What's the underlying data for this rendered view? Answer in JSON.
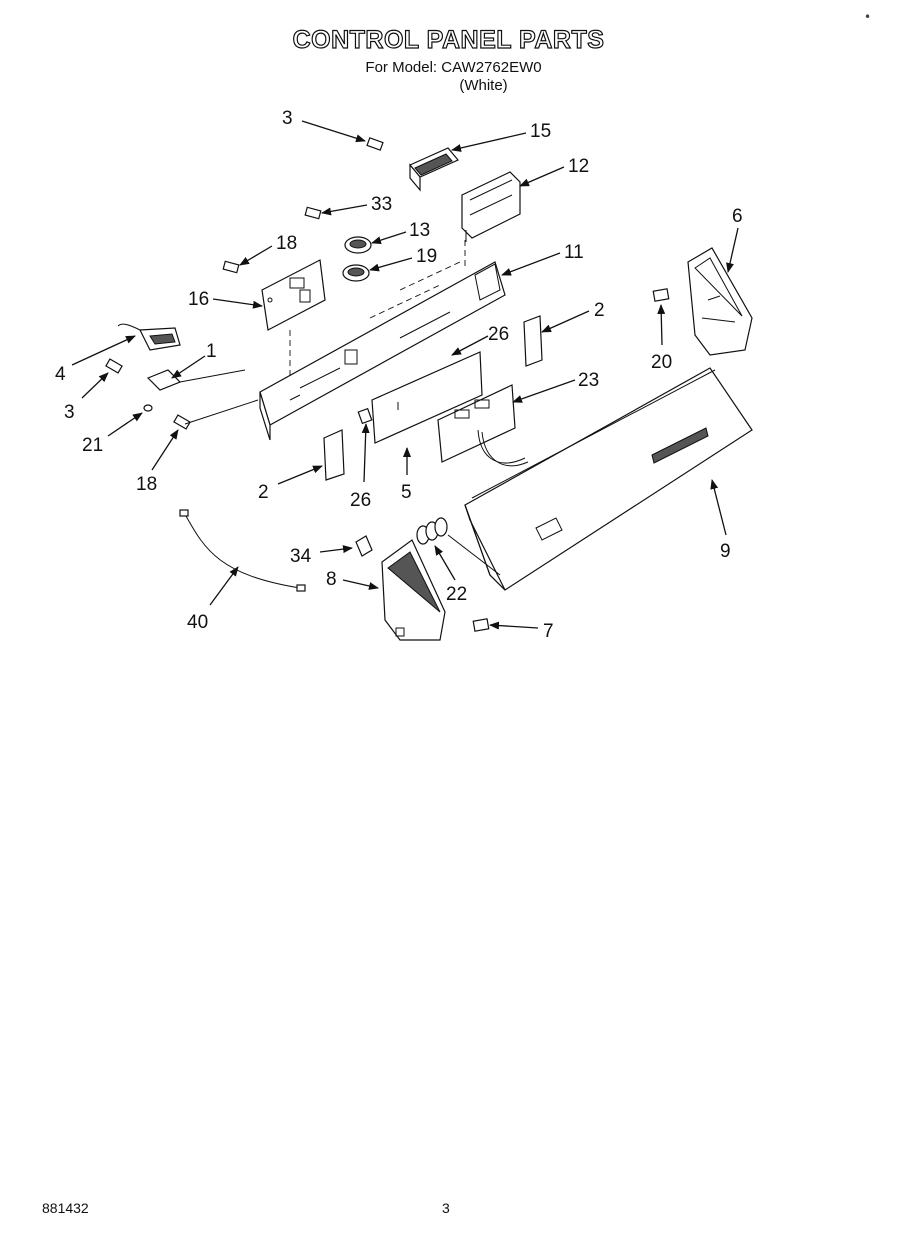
{
  "header": {
    "title": "CONTROL PANEL PARTS",
    "model_line": "For Model: CAW2762EW0",
    "variant": "(White)"
  },
  "footer": {
    "doc_number": "881432",
    "page_number": "3"
  },
  "callouts": {
    "c3_top": "3",
    "c15": "15",
    "c12": "12",
    "c33": "33",
    "c13": "13",
    "c18_top": "18",
    "c19": "19",
    "c11": "11",
    "c6": "6",
    "c16": "16",
    "c26_top": "26",
    "c2_right": "2",
    "c4": "4",
    "c1": "1",
    "c20": "20",
    "c23": "23",
    "c3_left": "3",
    "c21": "21",
    "c18_bottom": "18",
    "c2_left": "2",
    "c26_bottom": "26",
    "c5": "5",
    "c9": "9",
    "c34": "34",
    "c8": "8",
    "c22": "22",
    "c7": "7",
    "c40": "40"
  }
}
